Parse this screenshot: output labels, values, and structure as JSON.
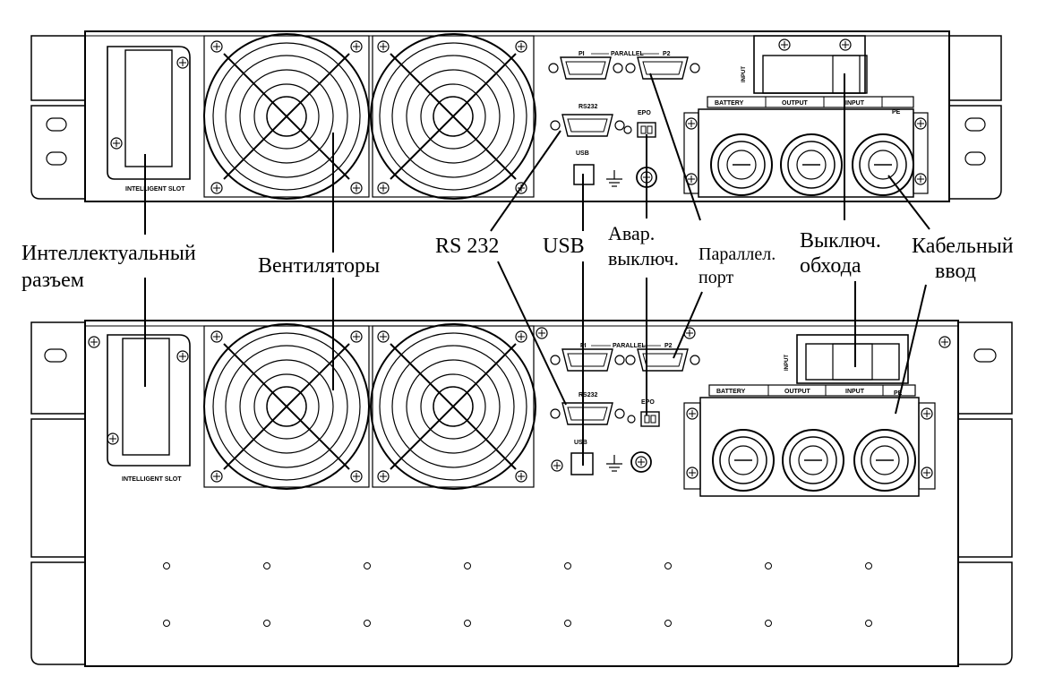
{
  "panel_labels": {
    "intelligent_slot": "INTELLIGENT SLOT",
    "p1": "PI",
    "parallel": "PARALLEL",
    "p2": "P2",
    "rs232": "RS232",
    "epo": "EPO",
    "usb": "USB",
    "input_switch": "INPUT",
    "battery": "BATTERY",
    "output": "OUTPUT",
    "input": "INPUT",
    "pe": "PE"
  },
  "callouts": {
    "intelligent_slot_line1": "Интеллектуальный",
    "intelligent_slot_line2": "разъем",
    "fans": "Вентиляторы",
    "rs232": "RS 232",
    "usb": "USB",
    "epo_line1": "Авар.",
    "epo_line2": "выключ.",
    "parallel_line1": "Параллел.",
    "parallel_line2": "порт",
    "bypass_line1": "Выключ.",
    "bypass_line2": "обхода",
    "cable_line1": "Кабельный",
    "cable_line2": "ввод"
  },
  "icons": [
    "fan-icon",
    "ground-icon",
    "screw-icon",
    "db9-connector-icon",
    "cable-gland-icon"
  ]
}
